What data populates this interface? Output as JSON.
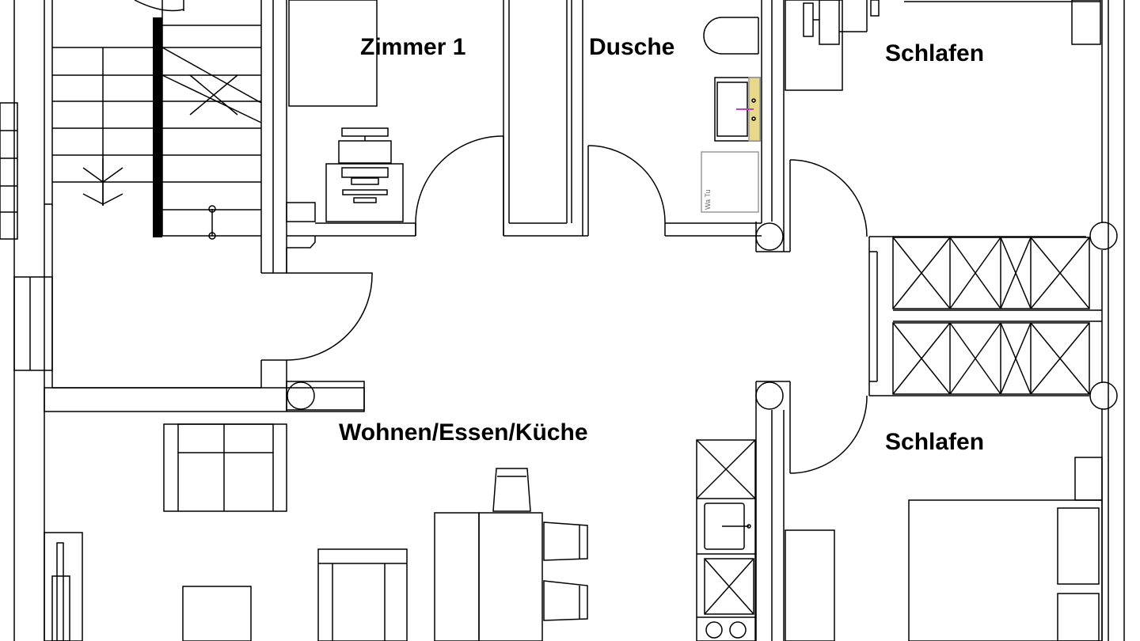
{
  "rooms": {
    "zimmer1": "Zimmer 1",
    "dusche": "Dusche",
    "schlafen_top": "Schlafen",
    "wohnen": "Wohnen/Essen/Küche",
    "schlafen_bottom": "Schlafen"
  },
  "fixture_labels": {
    "wc": "Wa Tu"
  },
  "colors": {
    "line": "#000000",
    "wall_fill": "#ffffff",
    "background": "#ffffff",
    "sink_accent": "#e8d98a",
    "faucet_accent": "#c040c0"
  }
}
